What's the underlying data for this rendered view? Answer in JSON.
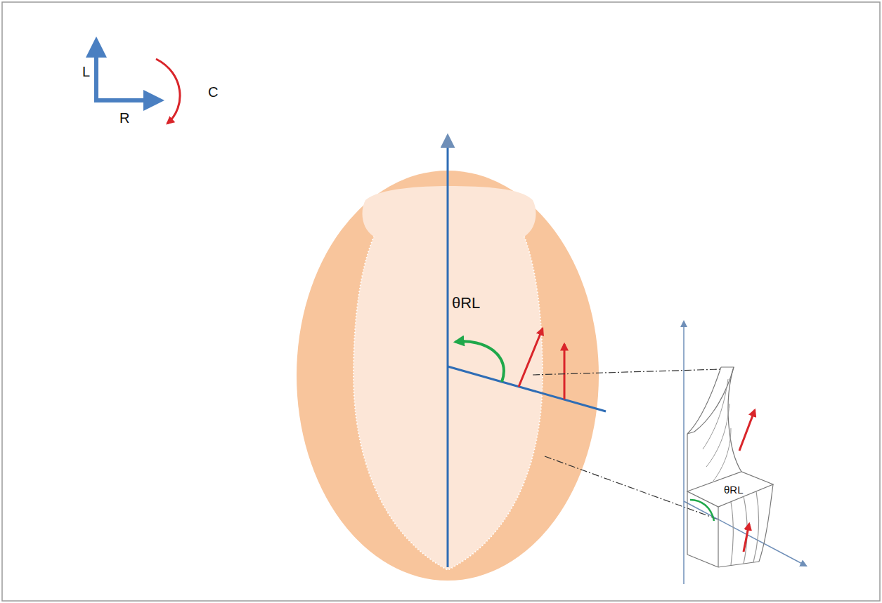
{
  "diagram": {
    "labels": [
      "L",
      "R",
      "C",
      "θRL",
      "θRL"
    ]
  }
}
